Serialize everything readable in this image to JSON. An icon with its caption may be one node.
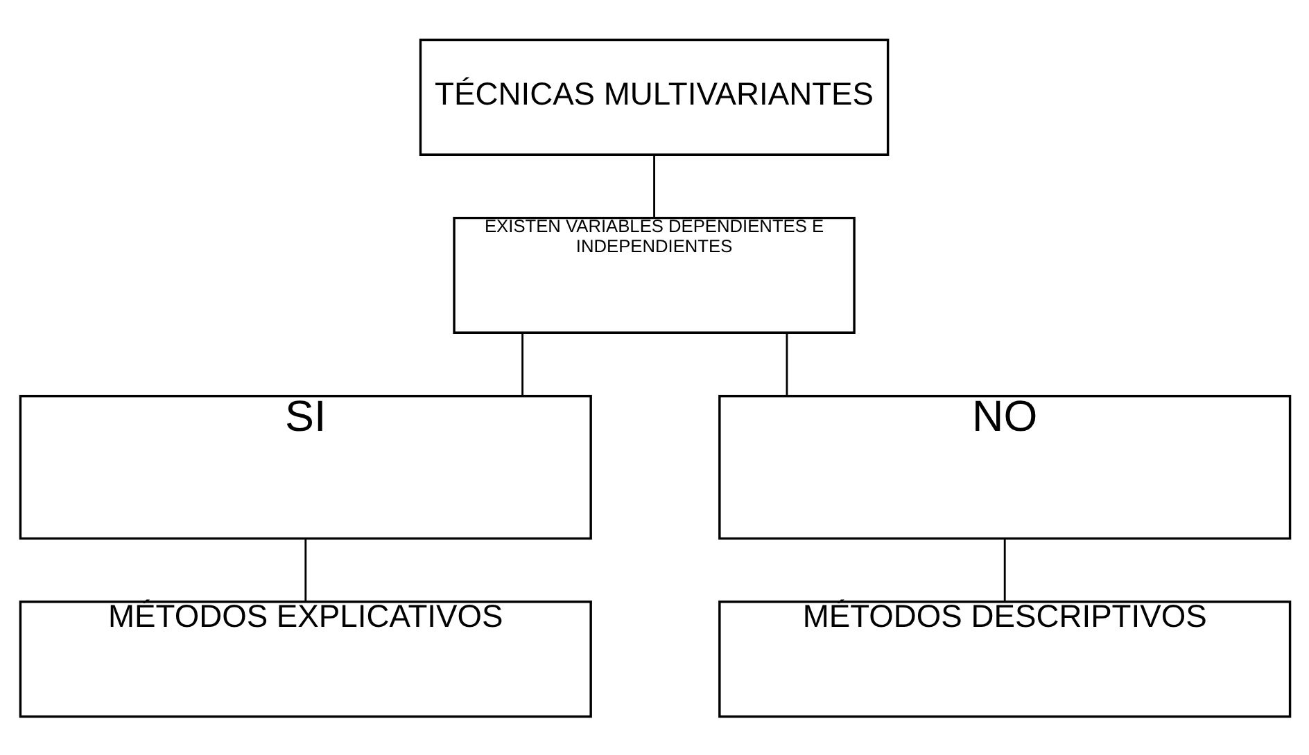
{
  "diagram": {
    "nodes": [
      {
        "text": [
          "TÉCNICAS MULTIVARIANTES"
        ]
      },
      {
        "text": [
          "EXISTEN VARIABLES DEPENDIENTES E INDEPENDIENTES"
        ]
      },
      {
        "text": [
          "SI"
        ]
      },
      {
        "text": [
          "NO"
        ]
      },
      {
        "text": [
          "MÉTODOS EXPLICATIVOS"
        ]
      },
      {
        "text": [
          "MÉTODOS DESCRIPTIVOS"
        ]
      }
    ],
    "edges": [
      {
        "from": 0,
        "to": 1,
        "arrow": "none"
      },
      {
        "from": 1,
        "to": 2,
        "arrow": "none"
      },
      {
        "from": 1,
        "to": 3,
        "arrow": "none"
      },
      {
        "from": 2,
        "to": 4,
        "arrow": "none"
      },
      {
        "from": 3,
        "to": 5,
        "arrow": "none"
      }
    ]
  }
}
